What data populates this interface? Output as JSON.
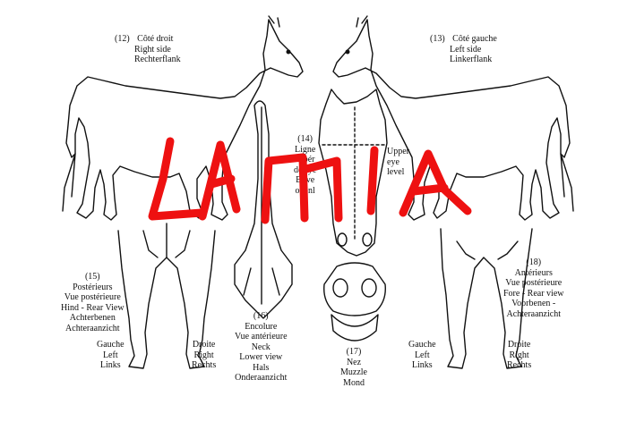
{
  "colors": {
    "line": "#111111",
    "watermark": "#ee1111",
    "background": "#ffffff"
  },
  "watermark": {
    "text": "LA MIA"
  },
  "views": {
    "right_side": {
      "number": "(12)",
      "lines": [
        "Côté droit",
        "Right side",
        "Rechterflank"
      ]
    },
    "left_side": {
      "number": "(13)",
      "lines": [
        "Côté gauche",
        "Left side",
        "Linkerflank"
      ]
    },
    "eye_level": {
      "number": "(14)",
      "left_lines": [
        "Ligne",
        "supér",
        "des ye",
        "Bove",
        "ogenl"
      ],
      "right_lines": [
        "Upper",
        "eye",
        "level"
      ]
    },
    "hind_view": {
      "number": "(15)",
      "lines": [
        "Postérieurs",
        "Vue postérieure",
        "Hind - Rear View",
        "Achterbenen",
        "Achteraanzicht"
      ]
    },
    "neck_view": {
      "number": "(16)",
      "lines": [
        "Encolure",
        "Vue antérieure",
        "Neck",
        "Lower view",
        "Hals",
        "Onderaanzicht"
      ]
    },
    "muzzle_view": {
      "number": "(17)",
      "lines": [
        "Nez",
        "Muzzle",
        "Mond"
      ]
    },
    "fore_view": {
      "number": "(18)",
      "lines": [
        "Antérieurs",
        "Vue postérieure",
        "Fore - Rear view",
        "Voorbenen -",
        "Achteraanzicht"
      ]
    },
    "hind_left": [
      "Gauche",
      "Left",
      "Links"
    ],
    "hind_right": [
      "Droite",
      "Right",
      "Rechts"
    ],
    "fore_left": [
      "Gauche",
      "Left",
      "Links"
    ],
    "fore_right": [
      "Droite",
      "Right",
      "Rechts"
    ]
  }
}
